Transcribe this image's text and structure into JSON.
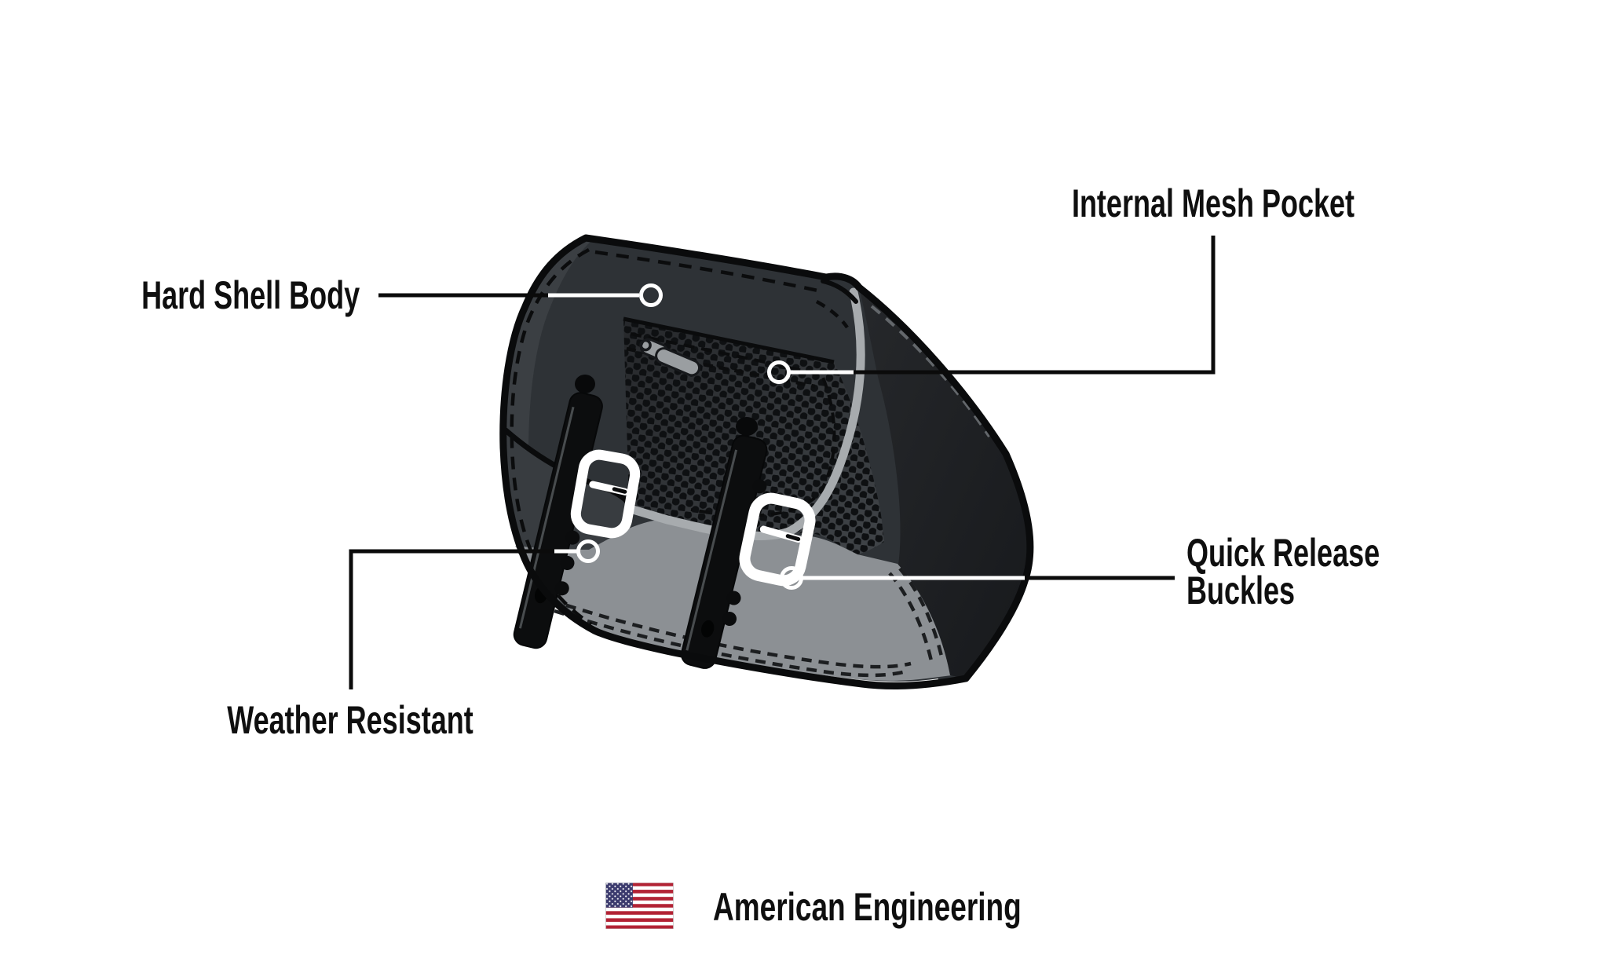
{
  "diagram": {
    "subject": "motorcycle-saddlebag-feature-diagram",
    "callouts": [
      {
        "id": "hard-shell-body",
        "label": "Hard Shell Body"
      },
      {
        "id": "internal-mesh-pocket",
        "label": "Internal Mesh Pocket"
      },
      {
        "id": "quick-release-buckles",
        "label": "Quick Release Buckles"
      },
      {
        "id": "weather-resistant",
        "label": "Weather Resistant"
      }
    ],
    "footer": {
      "label": "American Engineering",
      "icon": "us-flag-icon"
    },
    "colors": {
      "background": "#ffffff",
      "text": "#0f0f0f",
      "outline": "#0a0b0c",
      "flap": "#2e3236",
      "right_panel_dark": "#1b1d20",
      "mesh_base": "#27292c",
      "piping_gray": "#a7abae",
      "bottom_panel_gray": "#8c9094",
      "buckle_white": "#ffffff",
      "flag_red": "#b22234",
      "flag_blue": "#3c3b6e"
    }
  }
}
